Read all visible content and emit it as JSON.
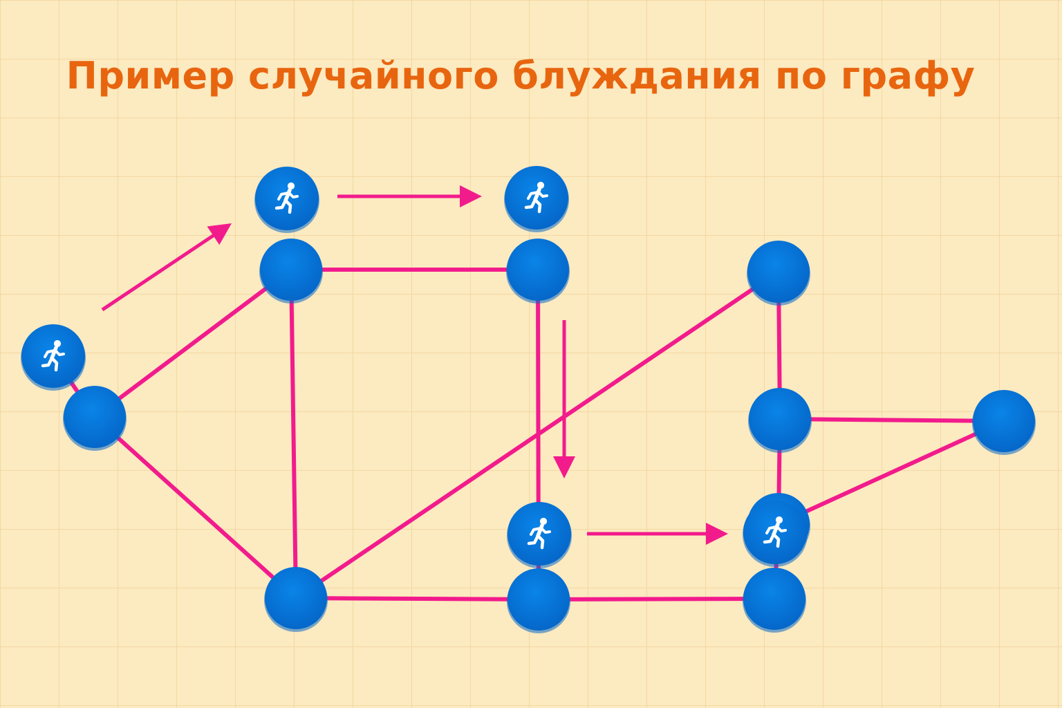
{
  "title": "Пример случайного блуждания по графу",
  "colors": {
    "title": "#e8650f",
    "node": "#0a84e8",
    "node_dark": "#0567c9",
    "edge": "#f21b8c",
    "arrow": "#f21b8c",
    "walker_icon": "#ffffff"
  },
  "graph": {
    "node_ids": [
      "n1",
      "n2",
      "n3",
      "n4",
      "n5",
      "n6",
      "n7",
      "n8",
      "n9",
      "n10"
    ],
    "edges": [
      [
        "n1",
        "n2"
      ],
      [
        "n1",
        "n5"
      ],
      [
        "n2",
        "n3"
      ],
      [
        "n2",
        "n5"
      ],
      [
        "n3",
        "n6"
      ],
      [
        "n4",
        "n5"
      ],
      [
        "n4",
        "n8"
      ],
      [
        "n5",
        "n6"
      ],
      [
        "n6",
        "n7"
      ],
      [
        "n8",
        "n9"
      ],
      [
        "n8",
        "n10"
      ],
      [
        "n9",
        "n10"
      ],
      [
        "n10",
        "n7"
      ]
    ],
    "walk_sequence": [
      "n1",
      "n2",
      "n3",
      "n6",
      "n7"
    ],
    "walker_icon": "running-person-icon"
  }
}
